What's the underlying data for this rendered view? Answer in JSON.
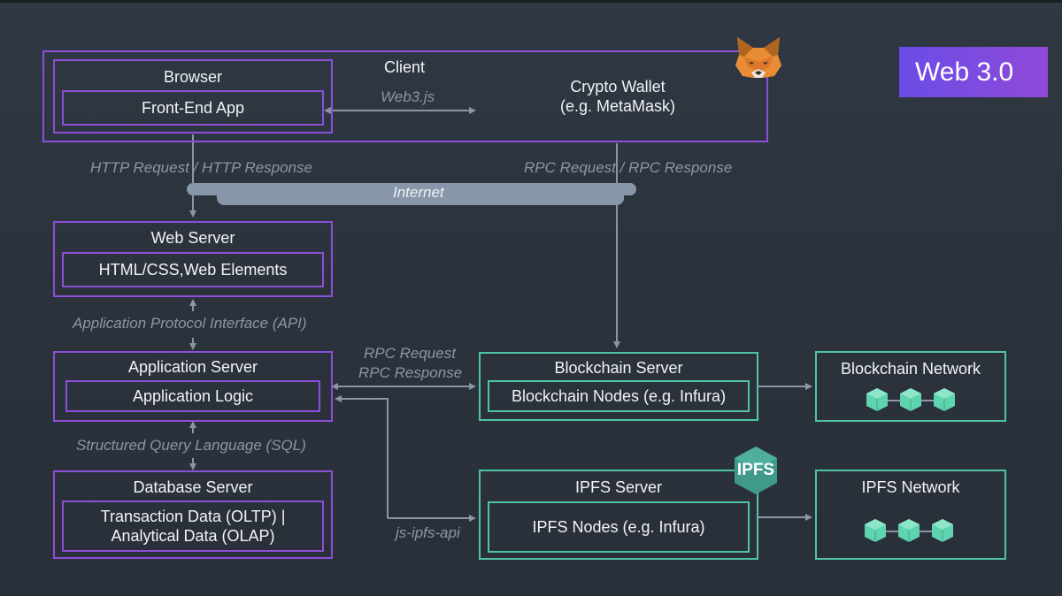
{
  "badge": {
    "label": "Web 3.0",
    "gradient_start": "#6a4ce6",
    "gradient_end": "#8f4ad8"
  },
  "colors": {
    "web2_border": "#8c4fd8",
    "web3_border": "#4fc4a4",
    "connector": "#8c96a3",
    "internet_bar": "#8796a8",
    "background": "#2d343e"
  },
  "client": {
    "label": "Client",
    "browser": {
      "title": "Browser",
      "inner": "Front-End App"
    },
    "connector_label": "Web3.js",
    "wallet": {
      "line1": "Crypto Wallet",
      "line2": "(e.g. MetaMask)",
      "icon": "metamask-fox-icon"
    }
  },
  "connections": {
    "http": "HTTP Request / HTTP Response",
    "rpc_top": "RPC Request / RPC Response",
    "internet": "Internet",
    "api": "Application Protocol Interface (API)",
    "sql": "Structured Query Language (SQL)",
    "rpc_mid_line1": "RPC Request",
    "rpc_mid_line2": "RPC Response",
    "ipfs_api": "js-ipfs-api"
  },
  "web_server": {
    "title": "Web Server",
    "inner": "HTML/CSS,Web Elements"
  },
  "app_server": {
    "title": "Application Server",
    "inner": "Application Logic"
  },
  "db_server": {
    "title": "Database Server",
    "inner_line1": "Transaction Data (OLTP) |",
    "inner_line2": "Analytical Data (OLAP)"
  },
  "blockchain_server": {
    "title": "Blockchain Server",
    "inner": "Blockchain Nodes (e.g. Infura)"
  },
  "blockchain_network": {
    "title": "Blockchain Network",
    "icon": "block-chain-icon"
  },
  "ipfs_server": {
    "title": "IPFS Server",
    "inner": "IPFS Nodes (e.g. Infura)",
    "logo": "IPFS"
  },
  "ipfs_network": {
    "title": "IPFS Network",
    "icon": "block-chain-icon"
  }
}
